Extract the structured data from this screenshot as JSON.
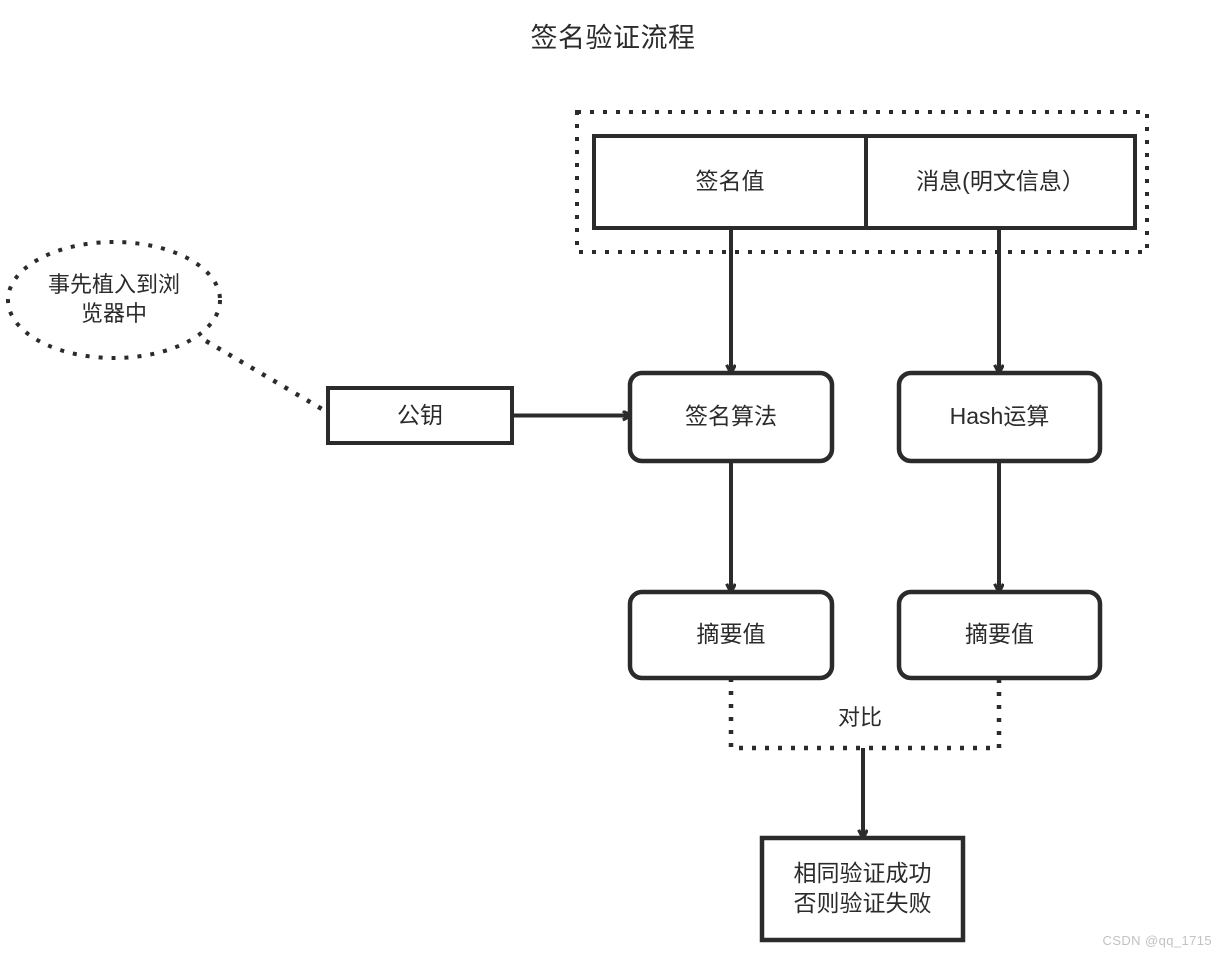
{
  "page": {
    "title": "签名验证流程",
    "watermark": "CSDN @qq_1715",
    "background_color": "#ffffff",
    "stroke_color": "#2b2b2b",
    "text_color": "#2b2b2b",
    "watermark_color": "#c2c2c2"
  },
  "diagram": {
    "type": "flowchart",
    "nodes": {
      "signature_value": {
        "label": "签名值",
        "shape": "rectangle"
      },
      "message_plaintext": {
        "label": "消息(明文信息）",
        "shape": "rectangle"
      },
      "preinstalled_note": {
        "label": "事先植入到浏\n览器中",
        "shape": "ellipse-dotted"
      },
      "public_key": {
        "label": "公钥",
        "shape": "rectangle"
      },
      "signature_algorithm": {
        "label": "签名算法",
        "shape": "rounded-rectangle"
      },
      "hash_operation": {
        "label": "Hash运算",
        "shape": "rounded-rectangle"
      },
      "digest_left": {
        "label": "摘要值",
        "shape": "rounded-rectangle"
      },
      "digest_right": {
        "label": "摘要值",
        "shape": "rounded-rectangle"
      },
      "result": {
        "label": "相同验证成功\n否则验证失败",
        "shape": "rectangle"
      }
    },
    "edges": {
      "compare_label": "对比"
    }
  }
}
